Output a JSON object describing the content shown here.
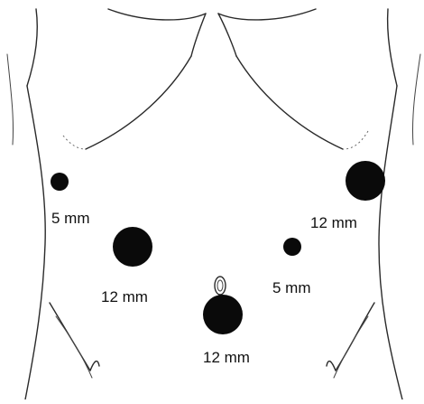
{
  "diagram": {
    "ports": [
      {
        "id": "port-right-upper",
        "label": "12 mm"
      },
      {
        "id": "port-left-upper",
        "label": "5 mm"
      },
      {
        "id": "port-left-mid",
        "label": "12 mm"
      },
      {
        "id": "port-right-mid",
        "label": "5 mm"
      },
      {
        "id": "port-umbilical",
        "label": "12 mm"
      }
    ],
    "colors": {
      "port": "#0a0a0a",
      "outline": "#2a2a2a",
      "background": "#ffffff"
    }
  }
}
